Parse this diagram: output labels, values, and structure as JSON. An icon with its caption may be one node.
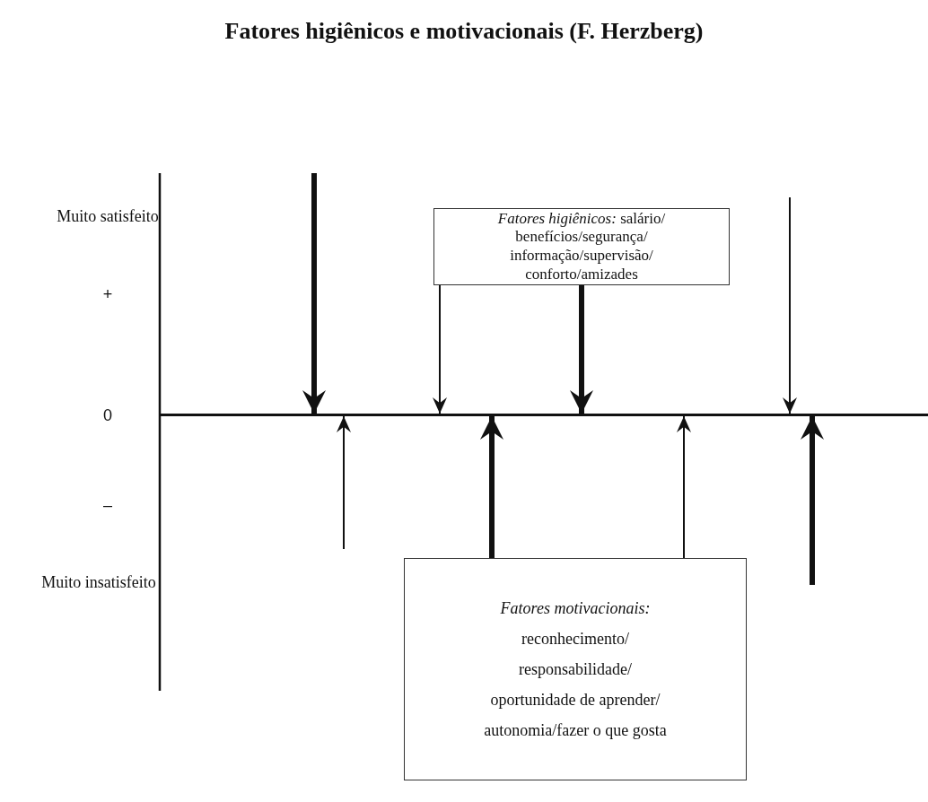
{
  "diagram": {
    "title": "Fatores higiênicos e motivacionais (F. Herzberg)",
    "nodes": [
      {
        "text": [
          "*Fatores higiênicos:* salário/ benefícios/segurança/ informação/supervisão/ conforto/amizades"
        ]
      },
      {
        "text": [
          "Fatores motivacionais:",
          "reconhecimento/ responsabilidade/ oportunidade de aprender/ autonomia/fazer o que gosta"
        ]
      },
      {
        "text": [],
        "shape": "line"
      }
    ],
    "edges": [
      {
        "from": null,
        "to": 2,
        "arrow": "to",
        "style": "thick"
      },
      {
        "from": 0,
        "to": 2,
        "arrow": "to"
      },
      {
        "from": 0,
        "to": 2,
        "arrow": "to",
        "style": "thick"
      },
      {
        "from": null,
        "to": 2,
        "arrow": "to"
      },
      {
        "from": null,
        "to": 2,
        "arrow": "to"
      },
      {
        "from": 1,
        "to": 2,
        "arrow": "to",
        "style": "thick"
      },
      {
        "from": 1,
        "to": 2,
        "arrow": "to"
      },
      {
        "from": null,
        "to": 2,
        "arrow": "to",
        "style": "thick"
      }
    ],
    "labels": [
      "Muito satisfeito",
      "+",
      "0",
      "–",
      "Muito insatisfeito"
    ]
  }
}
